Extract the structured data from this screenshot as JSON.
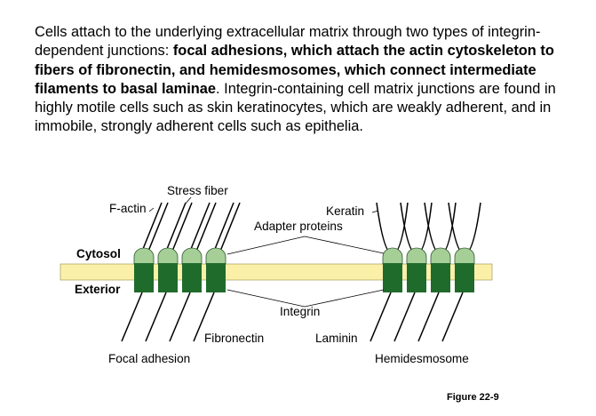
{
  "paragraph": {
    "part1": "Cells attach to the underlying extracellular matrix through two types of integrin-dependent junctions: ",
    "bold": "focal adhesions, which attach the actin cytoskeleton to fibers of fibronectin, and hemidesmosomes, which connect intermediate filaments to basal laminae",
    "part2": ". Integrin-containing cell matrix junctions are found in highly motile cells such as skin keratinocytes, which are weakly adherent, and in immobile, strongly adherent cells such as epithelia."
  },
  "diagram": {
    "labels": {
      "stress_fiber": "Stress fiber",
      "f_actin": "F-actin",
      "keratin": "Keratin",
      "adapter_proteins": "Adapter proteins",
      "cytosol": "Cytosol",
      "exterior": "Exterior",
      "integrin": "Integrin",
      "fibronectin": "Fibronectin",
      "laminin": "Laminin",
      "focal_adhesion": "Focal adhesion",
      "hemidesmosome": "Hemidesmosome"
    },
    "colors": {
      "membrane": "#fbf0a8",
      "integrin_cap": "#a6cf98",
      "integrin_body": "#1f6b2b",
      "line": "#000000"
    }
  },
  "figure_label": "Figure 22-9"
}
